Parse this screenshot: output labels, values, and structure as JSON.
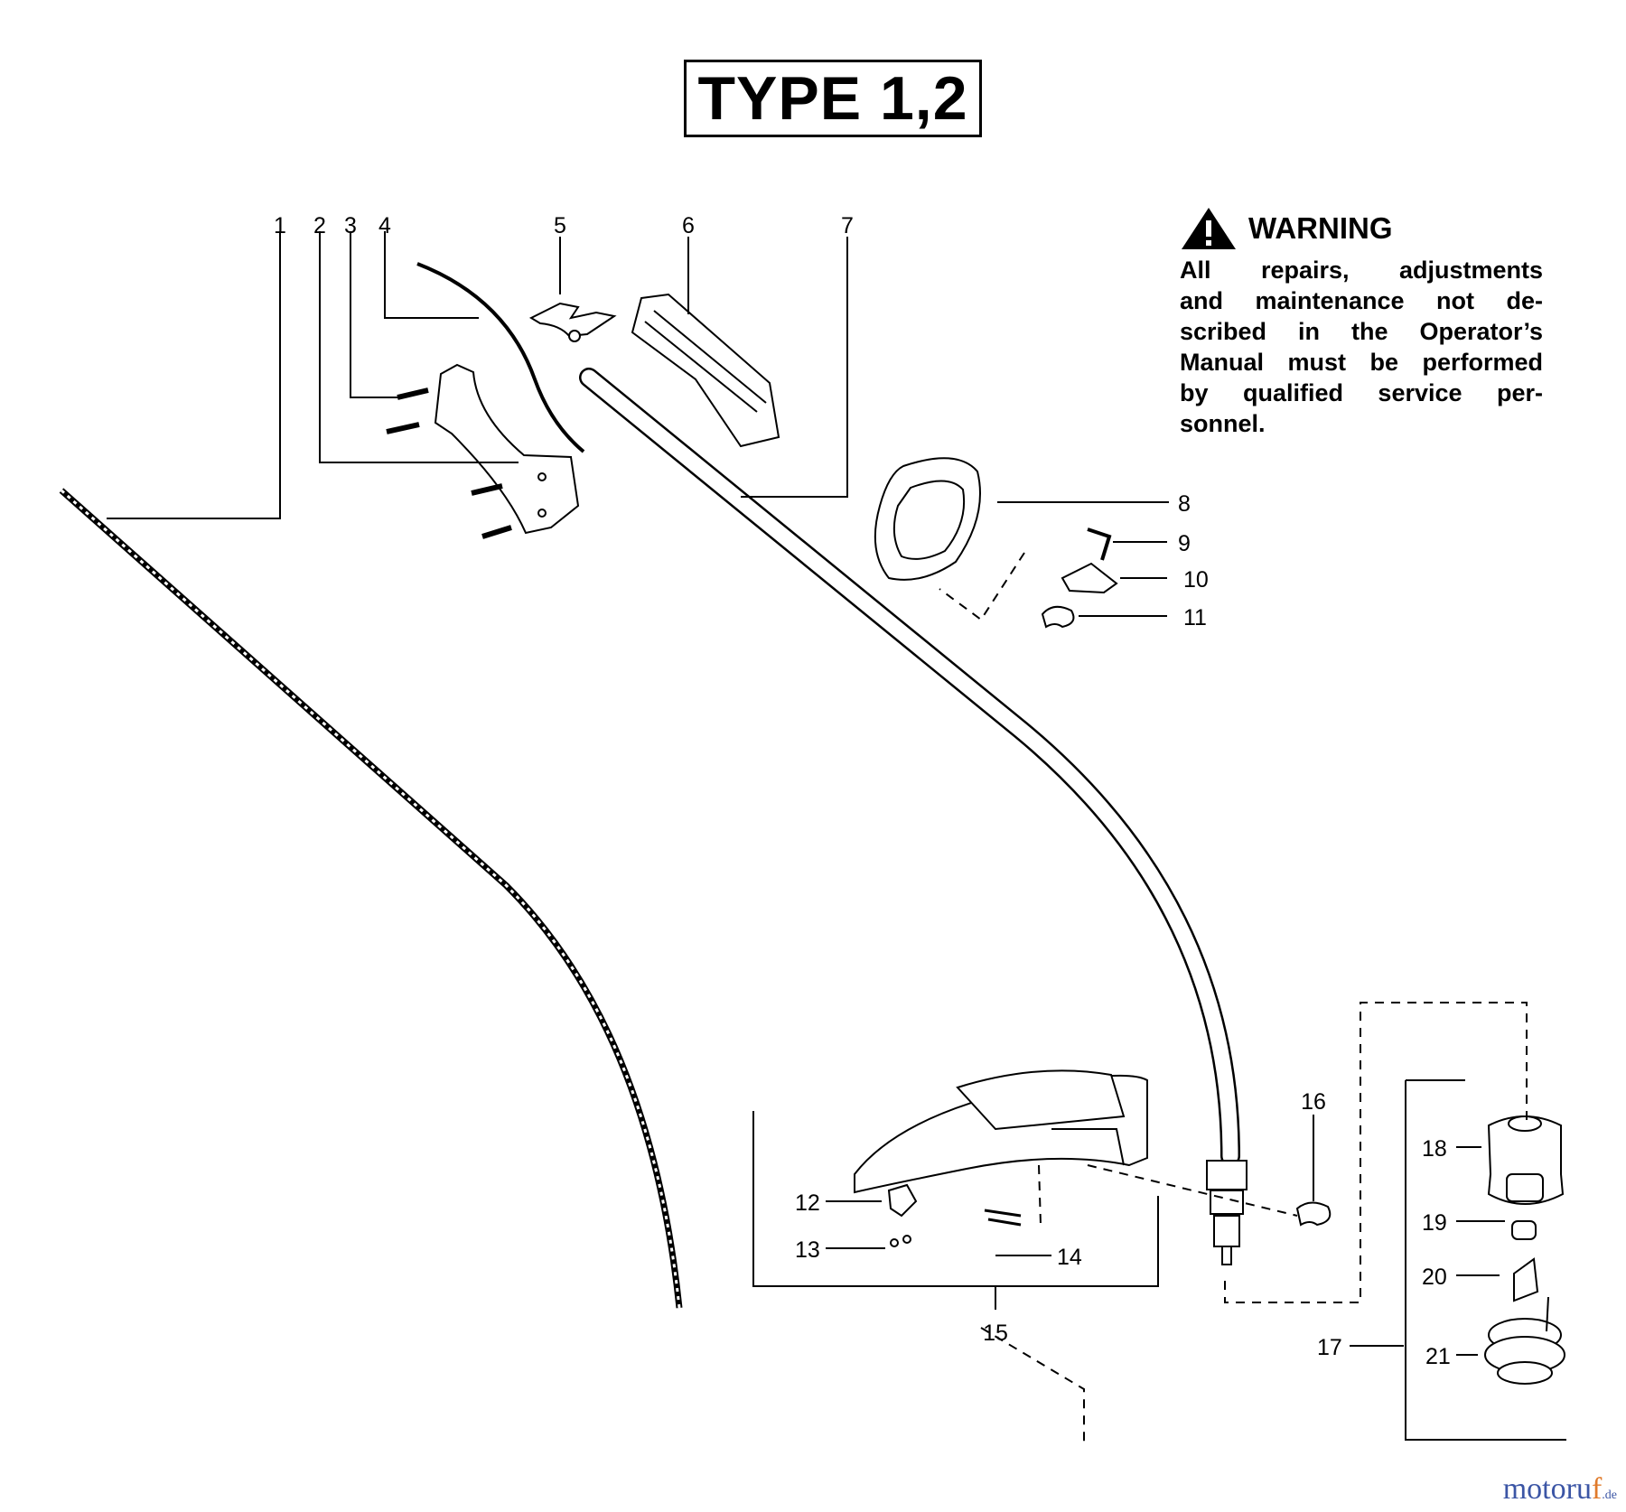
{
  "title": "TYPE 1,2",
  "warning": {
    "heading": "WARNING",
    "lines": [
      "All repairs, adjustments",
      "and maintenance not de-",
      "scribed in the Operator’s",
      "Manual must be performed",
      "by qualified service per-",
      "sonnel."
    ]
  },
  "callouts": [
    "1",
    "2",
    "3",
    "4",
    "5",
    "6",
    "7",
    "8",
    "9",
    "10",
    "11",
    "12",
    "13",
    "14",
    "15",
    "16",
    "17",
    "18",
    "19",
    "20",
    "21"
  ],
  "watermark": {
    "part_a": "motoru",
    "part_b": "f",
    "suffix": ".de"
  }
}
